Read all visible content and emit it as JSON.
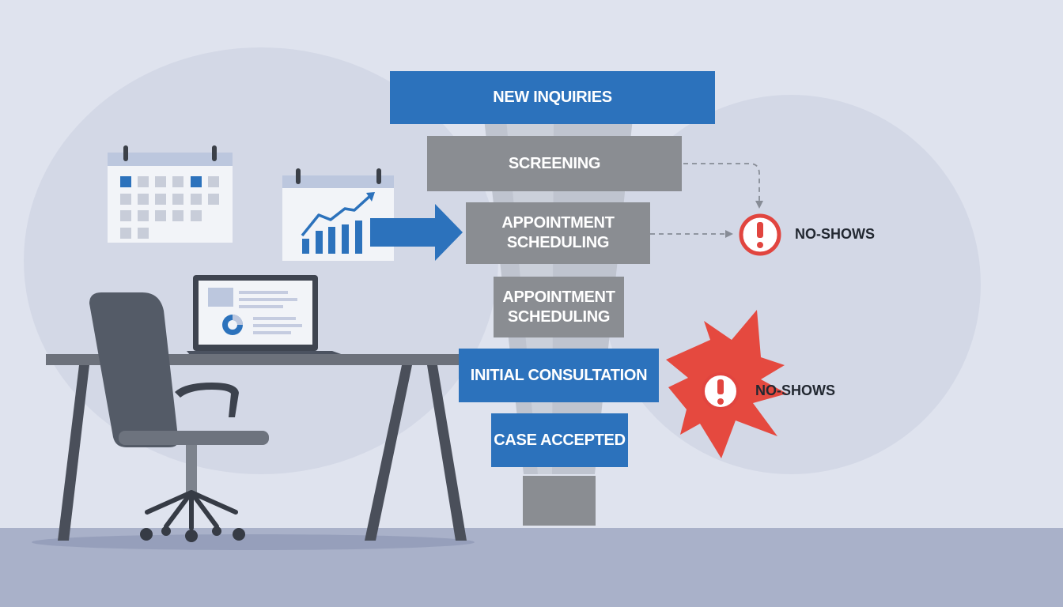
{
  "funnel": {
    "stages": [
      {
        "lines": [
          "NEW INQUIRIES"
        ],
        "style": "blue"
      },
      {
        "lines": [
          "SCREENING"
        ],
        "style": "gray"
      },
      {
        "lines": [
          "APPOINTMENT",
          "SCHEDULING"
        ],
        "style": "gray"
      },
      {
        "lines": [
          "APPOINTMENT",
          "SCHEDULING"
        ],
        "style": "gray"
      },
      {
        "lines": [
          "INITIAL CONSULTATION"
        ],
        "style": "blue"
      },
      {
        "lines": [
          "CASE ACCEPTED"
        ],
        "style": "blue"
      }
    ]
  },
  "callouts": {
    "no_shows_1": {
      "label": "NO-SHOWS",
      "icon": "alert-icon"
    },
    "no_shows_2": {
      "label": "NO-SHOWS",
      "icon": "alert-icon"
    }
  },
  "colors": {
    "background": "#dfe3ee",
    "floor": "#a9b1c9",
    "stage_blue": "#2c72bc",
    "stage_gray": "#8a8d92",
    "alert_red": "#e1453f",
    "burst_red": "#e5493f"
  }
}
